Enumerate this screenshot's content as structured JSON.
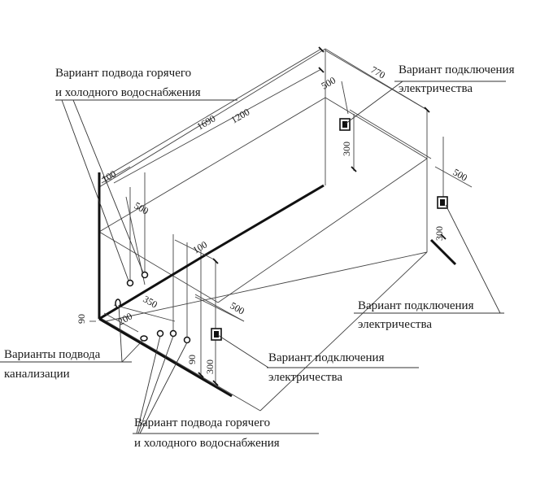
{
  "dimensions": {
    "d1690": "1690",
    "d1200": "1200",
    "d770": "770",
    "d500_top": "500",
    "d300_back": "300",
    "d500_right": "500",
    "d300_right": "300",
    "d100_left": "100",
    "d500_left": "500",
    "d100_mid": "100",
    "d350": "350",
    "d200": "200",
    "d90_left": "90",
    "d500_front": "500",
    "d90_front": "90",
    "d300_front": "300"
  },
  "labels": {
    "water_top_line1": "Вариант подвода горячего",
    "water_top_line2": "и холодного водоснабжения",
    "elec_top_line1": "Вариант подключения",
    "elec_top_line2": "электричества",
    "elec_right_line1": "Вариант подключения",
    "elec_right_line2": "электричества",
    "sewer_line1": "Варианты подвода",
    "sewer_line2": "канализации",
    "elec_front_line1": "Вариант подключения",
    "elec_front_line2": "электричества",
    "water_bottom_line1": "Вариант подвода горячего",
    "water_bottom_line2": "и холодного водоснабжения"
  }
}
